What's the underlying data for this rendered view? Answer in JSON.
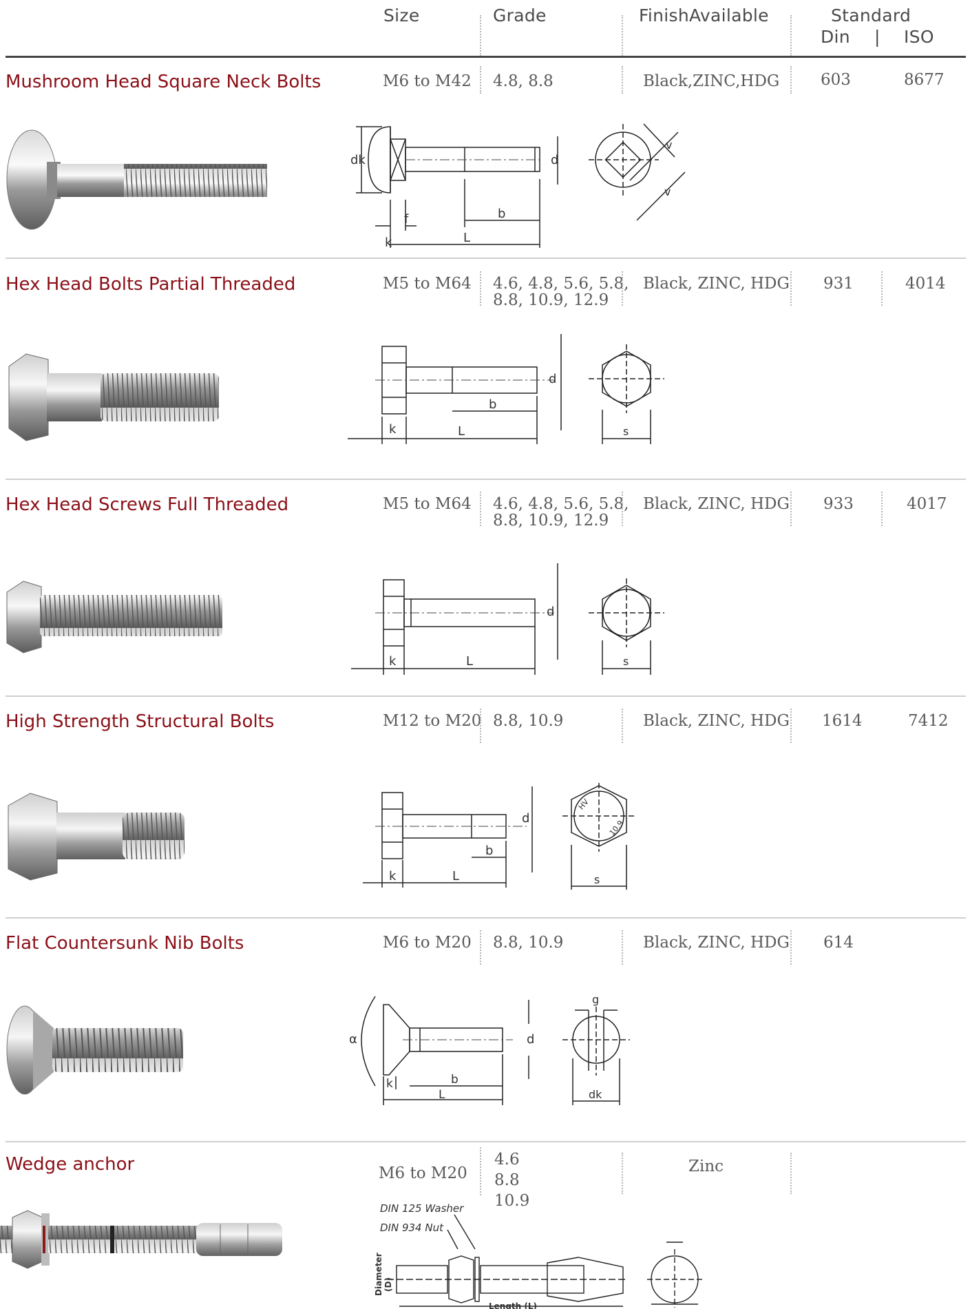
{
  "header": {
    "size": "Size",
    "grade": "Grade",
    "finish": "FinishAvailable",
    "standard": "Standard",
    "din": "Din",
    "sep": "|",
    "iso": "ISO"
  },
  "products": [
    {
      "name": "Mushroom Head Square Neck Bolts",
      "size": "M6 to M42",
      "grade_lines": [
        "4.8, 8.8"
      ],
      "finish": "Black,ZINC,HDG",
      "din": "603",
      "iso": "8677",
      "dims": {
        "dk": "dk",
        "d": "d",
        "f": "f",
        "b": "b",
        "k": "k",
        "L": "L",
        "v": "v"
      }
    },
    {
      "name": "Hex Head Bolts Partial Threaded",
      "size": "M5 to M64",
      "grade_lines": [
        "4.6, 4.8, 5.6, 5.8,",
        "8.8, 10.9, 12.9"
      ],
      "finish": "Black, ZINC, HDG",
      "din": "931",
      "iso": "4014",
      "dims": {
        "d": "d",
        "b": "b",
        "k": "k",
        "L": "L",
        "s": "s"
      }
    },
    {
      "name": "Hex Head Screws Full Threaded",
      "size": "M5 to M64",
      "grade_lines": [
        "4.6, 4.8, 5.6, 5.8,",
        "8.8, 10.9, 12.9"
      ],
      "finish": "Black, ZINC, HDG",
      "din": "933",
      "iso": "4017",
      "dims": {
        "d": "d",
        "k": "k",
        "L": "L",
        "s": "s"
      }
    },
    {
      "name": "High Strength Structural Bolts",
      "size": "M12 to M20",
      "grade_lines": [
        "8.8, 10.9"
      ],
      "finish": "Black, ZINC, HDG",
      "din": "1614",
      "iso": "7412",
      "dims": {
        "d": "d",
        "b": "b",
        "k": "k",
        "L": "L",
        "s": "s",
        "hv": "HV",
        "g109": "10.9"
      }
    },
    {
      "name": "Flat Countersunk Nib Bolts",
      "size": "M6 to M20",
      "grade_lines": [
        "8.8, 10.9"
      ],
      "finish": "Black, ZINC, HDG",
      "din": "614",
      "iso": "",
      "dims": {
        "alpha": "α",
        "d": "d",
        "k": "k",
        "b": "b",
        "L": "L",
        "g": "g",
        "dk": "dk"
      }
    },
    {
      "name": "Wedge anchor",
      "size": "M6 to M20",
      "grade_lines": [
        "4.6",
        "8.8",
        "10.9"
      ],
      "finish": "Zinc",
      "din": "",
      "iso": "",
      "dims": {
        "washer": "DIN 125 Washer",
        "nut": "DIN 934 Nut",
        "diameter": "Diameter",
        "diam_sym": "(D)",
        "length": "Length (L)"
      }
    }
  ],
  "colors": {
    "title": "#8b1018",
    "text": "#5a5a5a",
    "rule": "#444444"
  }
}
